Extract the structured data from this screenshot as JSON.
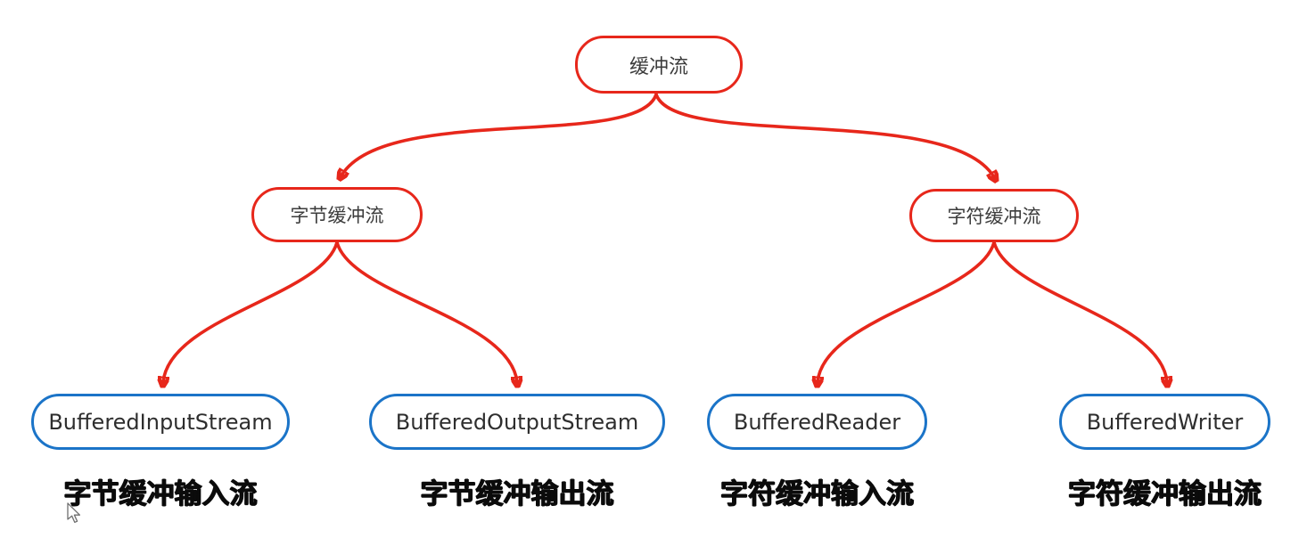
{
  "diagram": {
    "root": {
      "label": "缓冲流"
    },
    "branches": [
      {
        "label": "字节缓冲流",
        "children": [
          {
            "class_name": "BufferedInputStream",
            "caption": "字节缓冲输入流"
          },
          {
            "class_name": "BufferedOutputStream",
            "caption": "字节缓冲输出流"
          }
        ]
      },
      {
        "label": "字符缓冲流",
        "children": [
          {
            "class_name": "BufferedReader",
            "caption": "字符缓冲输入流"
          },
          {
            "class_name": "BufferedWriter",
            "caption": "字符缓冲输出流"
          }
        ]
      }
    ],
    "colors": {
      "branch_border": "#e7271b",
      "arrow": "#e7271b",
      "leaf_border": "#1b74c8",
      "node_text": "#3c3c3c",
      "caption_text": "#0b0b0b",
      "background": "#ffffff"
    }
  },
  "icons": {
    "cursor": "mouse-pointer-arrow"
  }
}
